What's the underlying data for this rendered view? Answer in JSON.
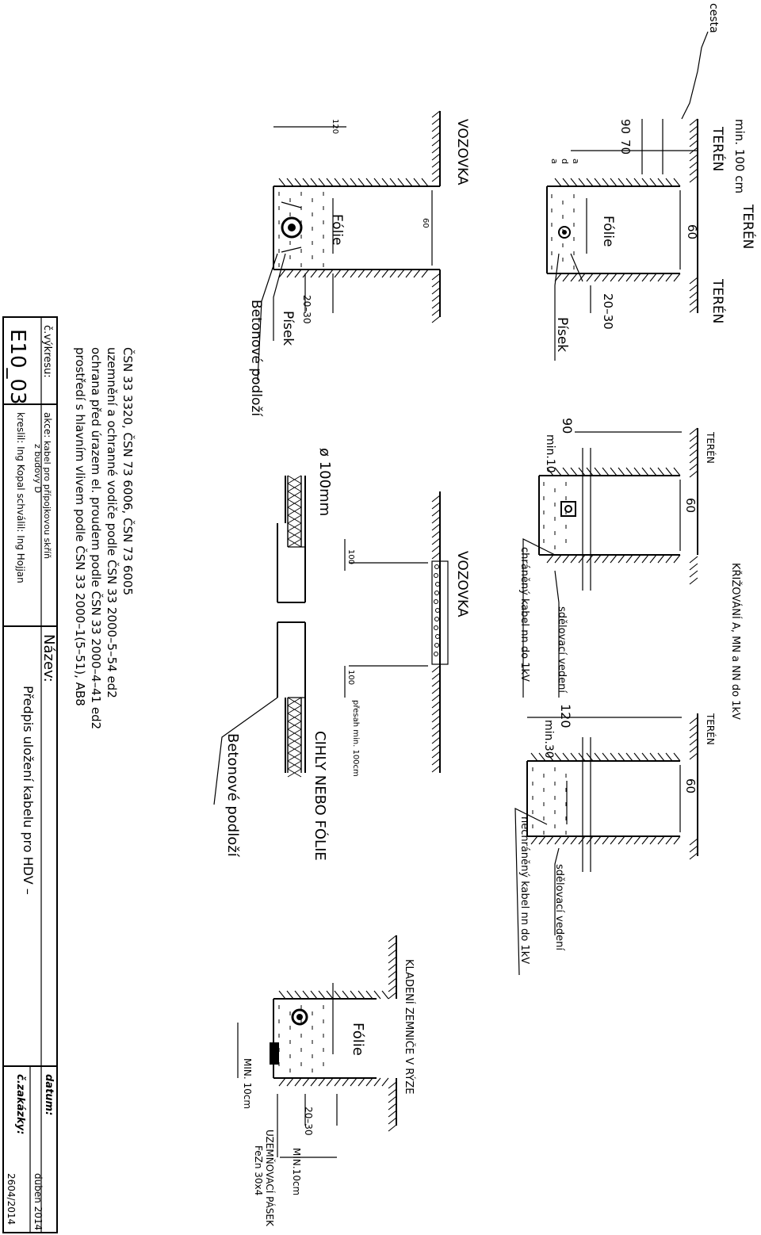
{
  "panel_a": {
    "road": "cesta",
    "terrain_left": "TERÉN",
    "terrain_right": "TERÉN",
    "terrain_top": "TERÉN",
    "min_depth": "min. 100 cm",
    "dim_90": "90",
    "dim_70": "70",
    "dim_60": "60",
    "dim_20_30": "20–30",
    "dim_a1": "a",
    "dim_d": "d",
    "dim_a2": "a",
    "foil": "Fólie",
    "sand": "Písek"
  },
  "panel_b": {
    "title": "VOZOVKA",
    "dim_120": "120",
    "dim_60": "60",
    "dim_20_30": "20–30",
    "foil": "Fólie",
    "sand": "Písek",
    "base": "Betonové podloží"
  },
  "panel_crossing": {
    "title": "KŘIŽOVÁNÍ A, MN a NN do 1kV",
    "left": {
      "terrain": "TERÉN",
      "dim_90": "90",
      "dim_min10": "min.10",
      "dim_60": "60",
      "protected_cable": "chráněný kabel nn do 1kV",
      "telecom": "sdělovací vedení"
    },
    "right": {
      "terrain": "TERÉN",
      "dim_120": "120",
      "dim_min30": "min.30",
      "dim_60": "60",
      "unprotected_cable": "nechráněný kabel nn do 1kV",
      "telecom": "sdělovací vedení"
    }
  },
  "panel_road": {
    "title": "VOZOVKA",
    "diameter": "ø 100mm",
    "dim_100a": "100",
    "dim_100b": "100",
    "overlap": "přesah min. 100cm",
    "bricks": "CIHLY NEBO FÓLIE",
    "base": "Betonové podloží"
  },
  "panel_earthing": {
    "title": "KLADENÍ ZEMNIČE V RÝZE",
    "foil": "Fólie",
    "min10": "MIN. 10cm",
    "dim_20_30": "20–30",
    "min10b": "MIN.10cm",
    "strip_title": "UZEMŇOVACÍ PÁSEK",
    "strip_spec": "FeZn 30x4"
  },
  "standards": [
    "ČSN 33 3320, ČSN 73 6006, ČSN 73 6005",
    "uzemnění a ochranné vodiče podle ČSN 33 2000–5–54 ed2",
    "ochrana před úrazem el. proudem podle ČSN 33 2000–4–41 ed2",
    "prostředí s hlavním vlivem podle ČSN 33 2000–1(5–51), AB8"
  ],
  "title_block": {
    "drawing_no_label": "č.výkresu:",
    "drawing_no": "E10_03",
    "action_label": "akce:",
    "action": "kabel pro přípojkovou skříň",
    "action2": "z budovy D",
    "drawn_by": "kreslil: Ing Kopal   schválil: Ing Hojjan",
    "name_label": "Název:",
    "name": "Předpis uložení kabelu pro HDV –",
    "date_label": "datum:",
    "date": "duben 2014",
    "order_label": "č.zakázky:",
    "order": "2604/2014"
  }
}
